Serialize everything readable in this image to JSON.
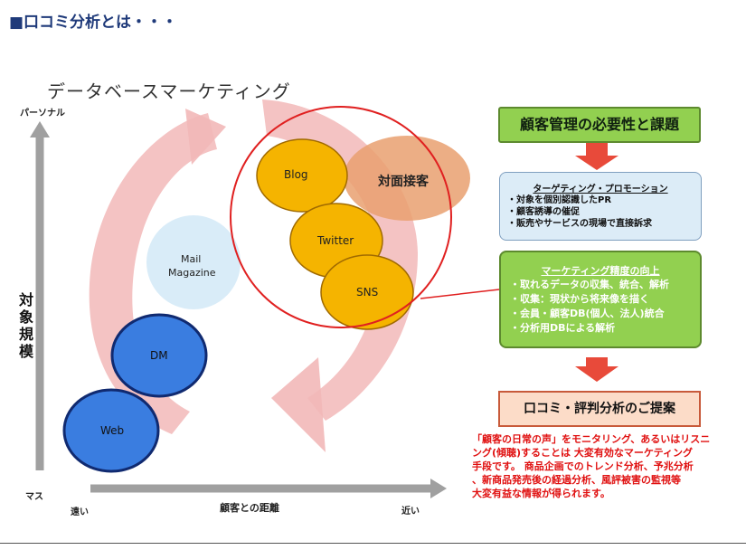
{
  "title": "■口コミ分析とは・・・",
  "subtitle": "データベースマーケティング",
  "axis": {
    "y_top": "パーソナル",
    "y_bottom": "マス",
    "y_label": [
      "対",
      "象",
      "規",
      "模"
    ],
    "x_left": "遠い",
    "x_center": "顧客との距離",
    "x_right": "近い"
  },
  "nodes": {
    "blog": "Blog",
    "taimen": "対面接客",
    "twitter": "Twitter",
    "sns": "SNS",
    "mail1": "Mail",
    "mail2": "Magazine",
    "dm": "DM",
    "web": "Web"
  },
  "box1": "顧客管理の必要性と課題",
  "box2": {
    "heading": "ターゲティング・プロモーション",
    "items": [
      "・対象を個別認識したPR",
      "・顧客誘導の催促",
      "・販売やサービスの現場で直接訴求"
    ]
  },
  "box3": {
    "heading": "マーケティング精度の向上",
    "items": [
      "・取れるデータの収集、統合、解析",
      "・収集：現状から将来像を描く",
      "・会員・顧客DB(個人、法人)統合",
      "・分析用DBによる解析"
    ]
  },
  "box4": "口コミ・評判分析のご提案",
  "red_lines": [
    "「顧客の日常の声」をモニタリング、あるいはリスニ",
    "ング(傾聴)することは 大変有効なマーケティング",
    "手段です。 商品企画でのトレンド分析、予兆分析",
    "、新商品発売後の経過分析、風評被害の監視等",
    "大変有益な情報が得られます。"
  ],
  "colors": {
    "title": "#1f3a7a",
    "orange_circle": "#f5b400",
    "taimen": "#e9a070",
    "light_blue": "#d9ecf8",
    "blue_circle": "#3a7de0",
    "green_box": "#92d050",
    "red_arrow": "#e84a3a",
    "pink_swirl": "#f2b8b8",
    "red_text": "#e01010"
  }
}
